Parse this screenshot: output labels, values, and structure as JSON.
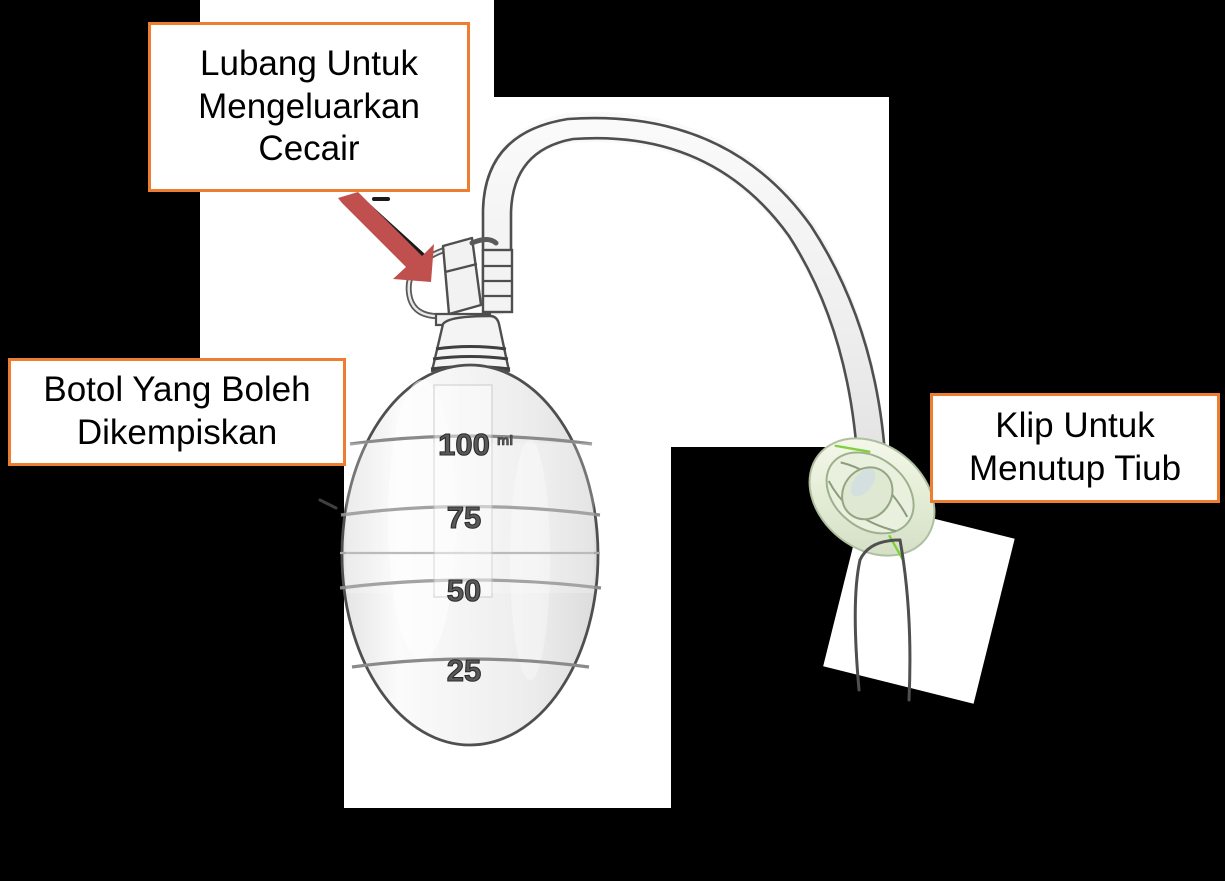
{
  "page": {
    "background_color": "#000000",
    "patch_color": "#ffffff",
    "title": "Jackson-Pratt bulb drain labelled diagram"
  },
  "colors": {
    "callout_border": "#ED7D31",
    "callout_fill": "#FFFFFF",
    "arrow_red": "#C0504D",
    "pointer_black": "#1A1A1A",
    "outline_gray": "#4D4D4D",
    "device_fill": "#F2F2F2",
    "clip_green": "#E3EBD2"
  },
  "callouts": [
    {
      "id": "port",
      "name": "drainage-port-label",
      "lines": [
        "Lubang Untuk",
        "Mengeluarkan",
        "Cecair"
      ]
    },
    {
      "id": "bulb",
      "name": "compressible-bottle-label",
      "lines": [
        "Botol Yang Boleh",
        "Dikempiskan"
      ]
    },
    {
      "id": "clip",
      "name": "tube-clamp-label",
      "lines": [
        "Klip Untuk",
        "Menutup Tiub"
      ]
    }
  ],
  "device": {
    "name": "jackson-pratt-bulb-drain",
    "parts": {
      "bulb": "compressible collection bulb",
      "neck": "ribbed bulb neck",
      "port": "drainage pour spout with tethered cap",
      "tube": "flexible drainage tubing",
      "clip": "roller tube clamp"
    },
    "graduations": [
      {
        "value": "100",
        "unit": "ml"
      },
      {
        "value": "75",
        "unit": ""
      },
      {
        "value": "50",
        "unit": ""
      },
      {
        "value": "25",
        "unit": ""
      }
    ]
  },
  "arrow": {
    "name": "red-annotation-arrow",
    "points_to": "drainage port",
    "direction": "down-right"
  }
}
